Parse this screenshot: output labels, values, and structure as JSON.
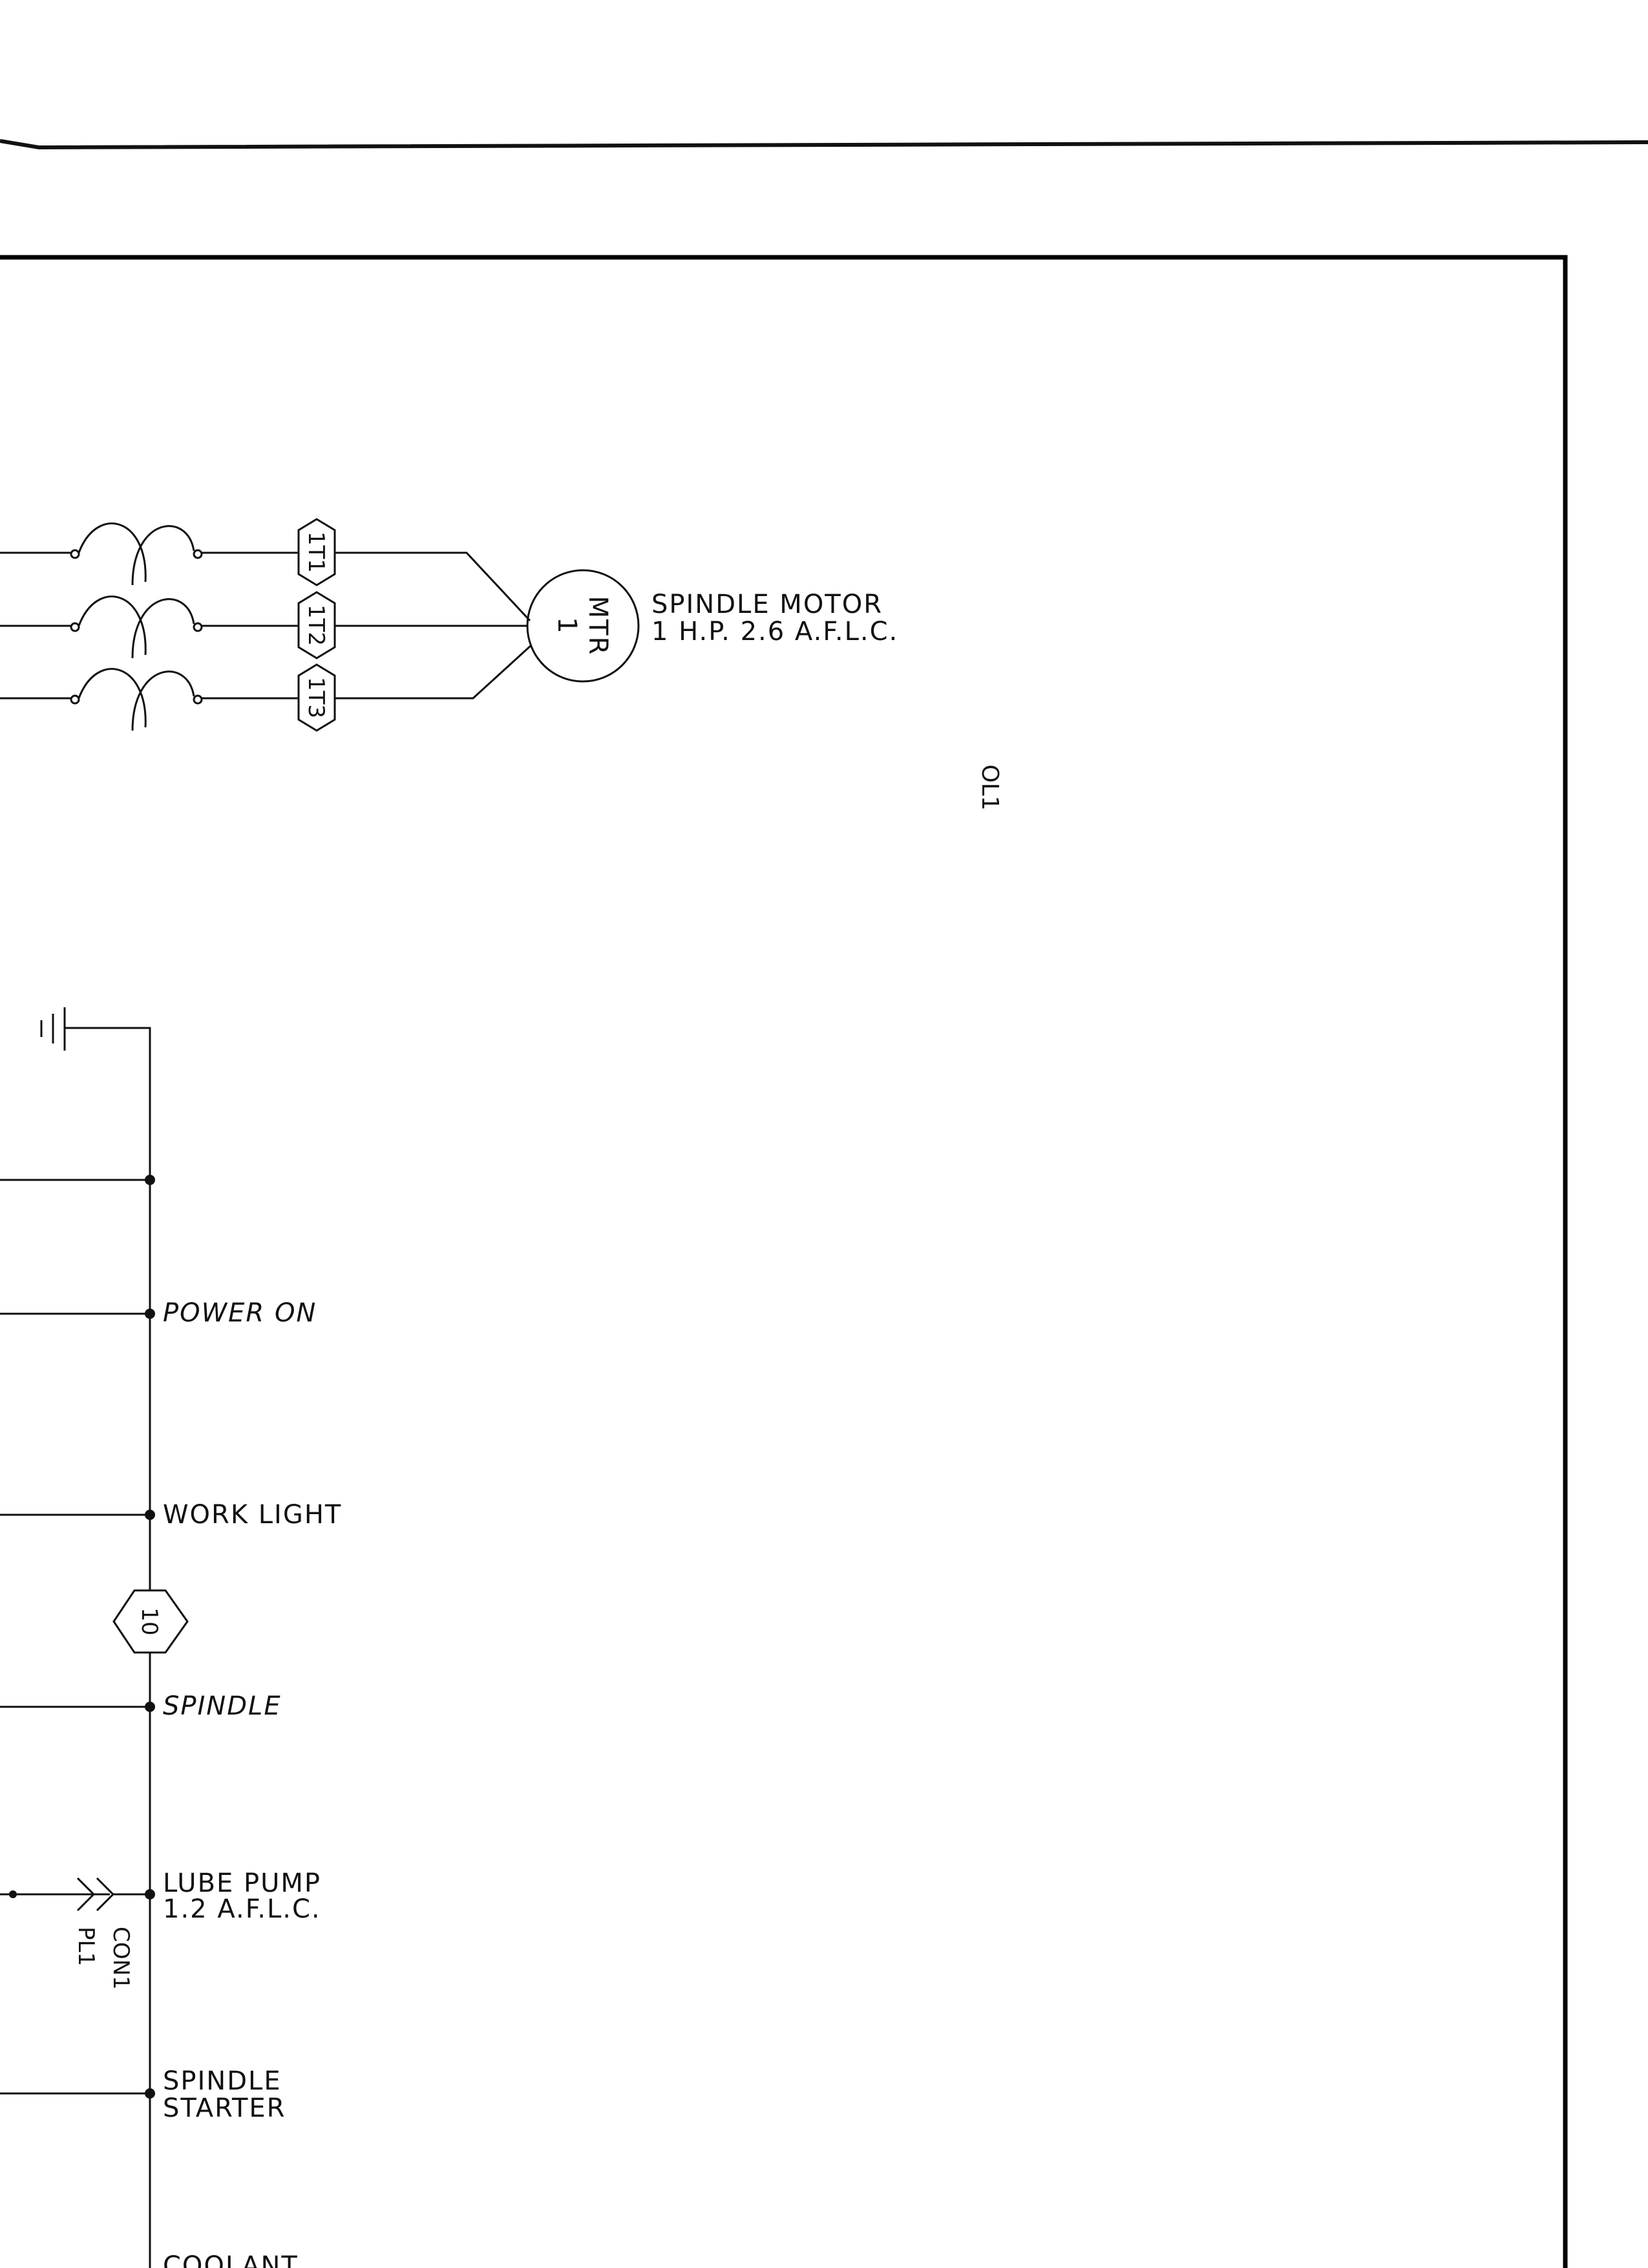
{
  "spindle_motor": {
    "tag": "MTR",
    "number": "1",
    "title": "SPINDLE MOTOR",
    "rating": "1 H.P. 2.6 A.F.L.C."
  },
  "overload": {
    "tag": "OL1"
  },
  "terminals": {
    "t1": "1T1",
    "t2": "1T2",
    "t3": "1T3",
    "center": "10"
  },
  "rungs": {
    "power_on": "POWER ON",
    "work_light": "WORK LIGHT",
    "spindle": "SPINDLE",
    "lube_pump_line1": "LUBE PUMP",
    "lube_pump_line2": "1.2 A.F.L.C.",
    "spindle_starter_line1": "SPINDLE",
    "spindle_starter_line2": "STARTER",
    "coolant": "COOLANT"
  },
  "connector": {
    "plug": "PL1",
    "con": "CON1"
  }
}
